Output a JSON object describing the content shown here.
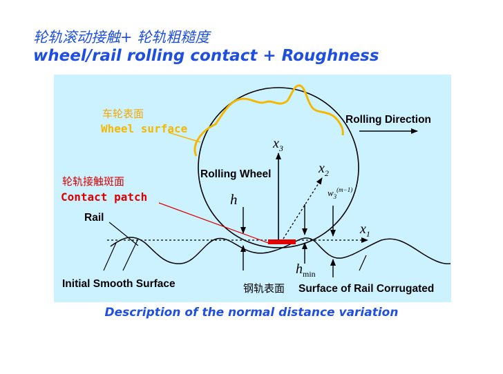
{
  "title": {
    "zh": "轮轨滚动接触+ 轮轨粗糙度",
    "en": "wheel/rail rolling contact + Roughness"
  },
  "diagram": {
    "wheel_surface_zh": "车轮表面",
    "wheel_surface_en": "Wheel surface",
    "contact_patch_zh": "轮轨接触斑面",
    "contact_patch_en": "Contact patch",
    "rolling_direction": "Rolling Direction",
    "rolling_wheel": "Rolling Wheel",
    "rail": "Rail",
    "initial_surface": "Initial Smooth Surface",
    "rail_surface_zh": "钢轨表面",
    "corrugated_surface": "Surface of Rail Corrugated",
    "x3": "x",
    "x3_sub": "3",
    "x2": "x",
    "x2_sub": "2",
    "x1": "x",
    "x1_sub": "1",
    "h": "h",
    "hmin": "h",
    "hmin_sub": "min",
    "w3": "w",
    "w3_sub": "3",
    "w3_sup": "(m−1)"
  },
  "caption": "Description of the normal distance variation",
  "colors": {
    "title": "#1f4fe0",
    "panel": "#ccf2ff",
    "wheel_surface": "#f5b800",
    "contact": "#e00000"
  }
}
